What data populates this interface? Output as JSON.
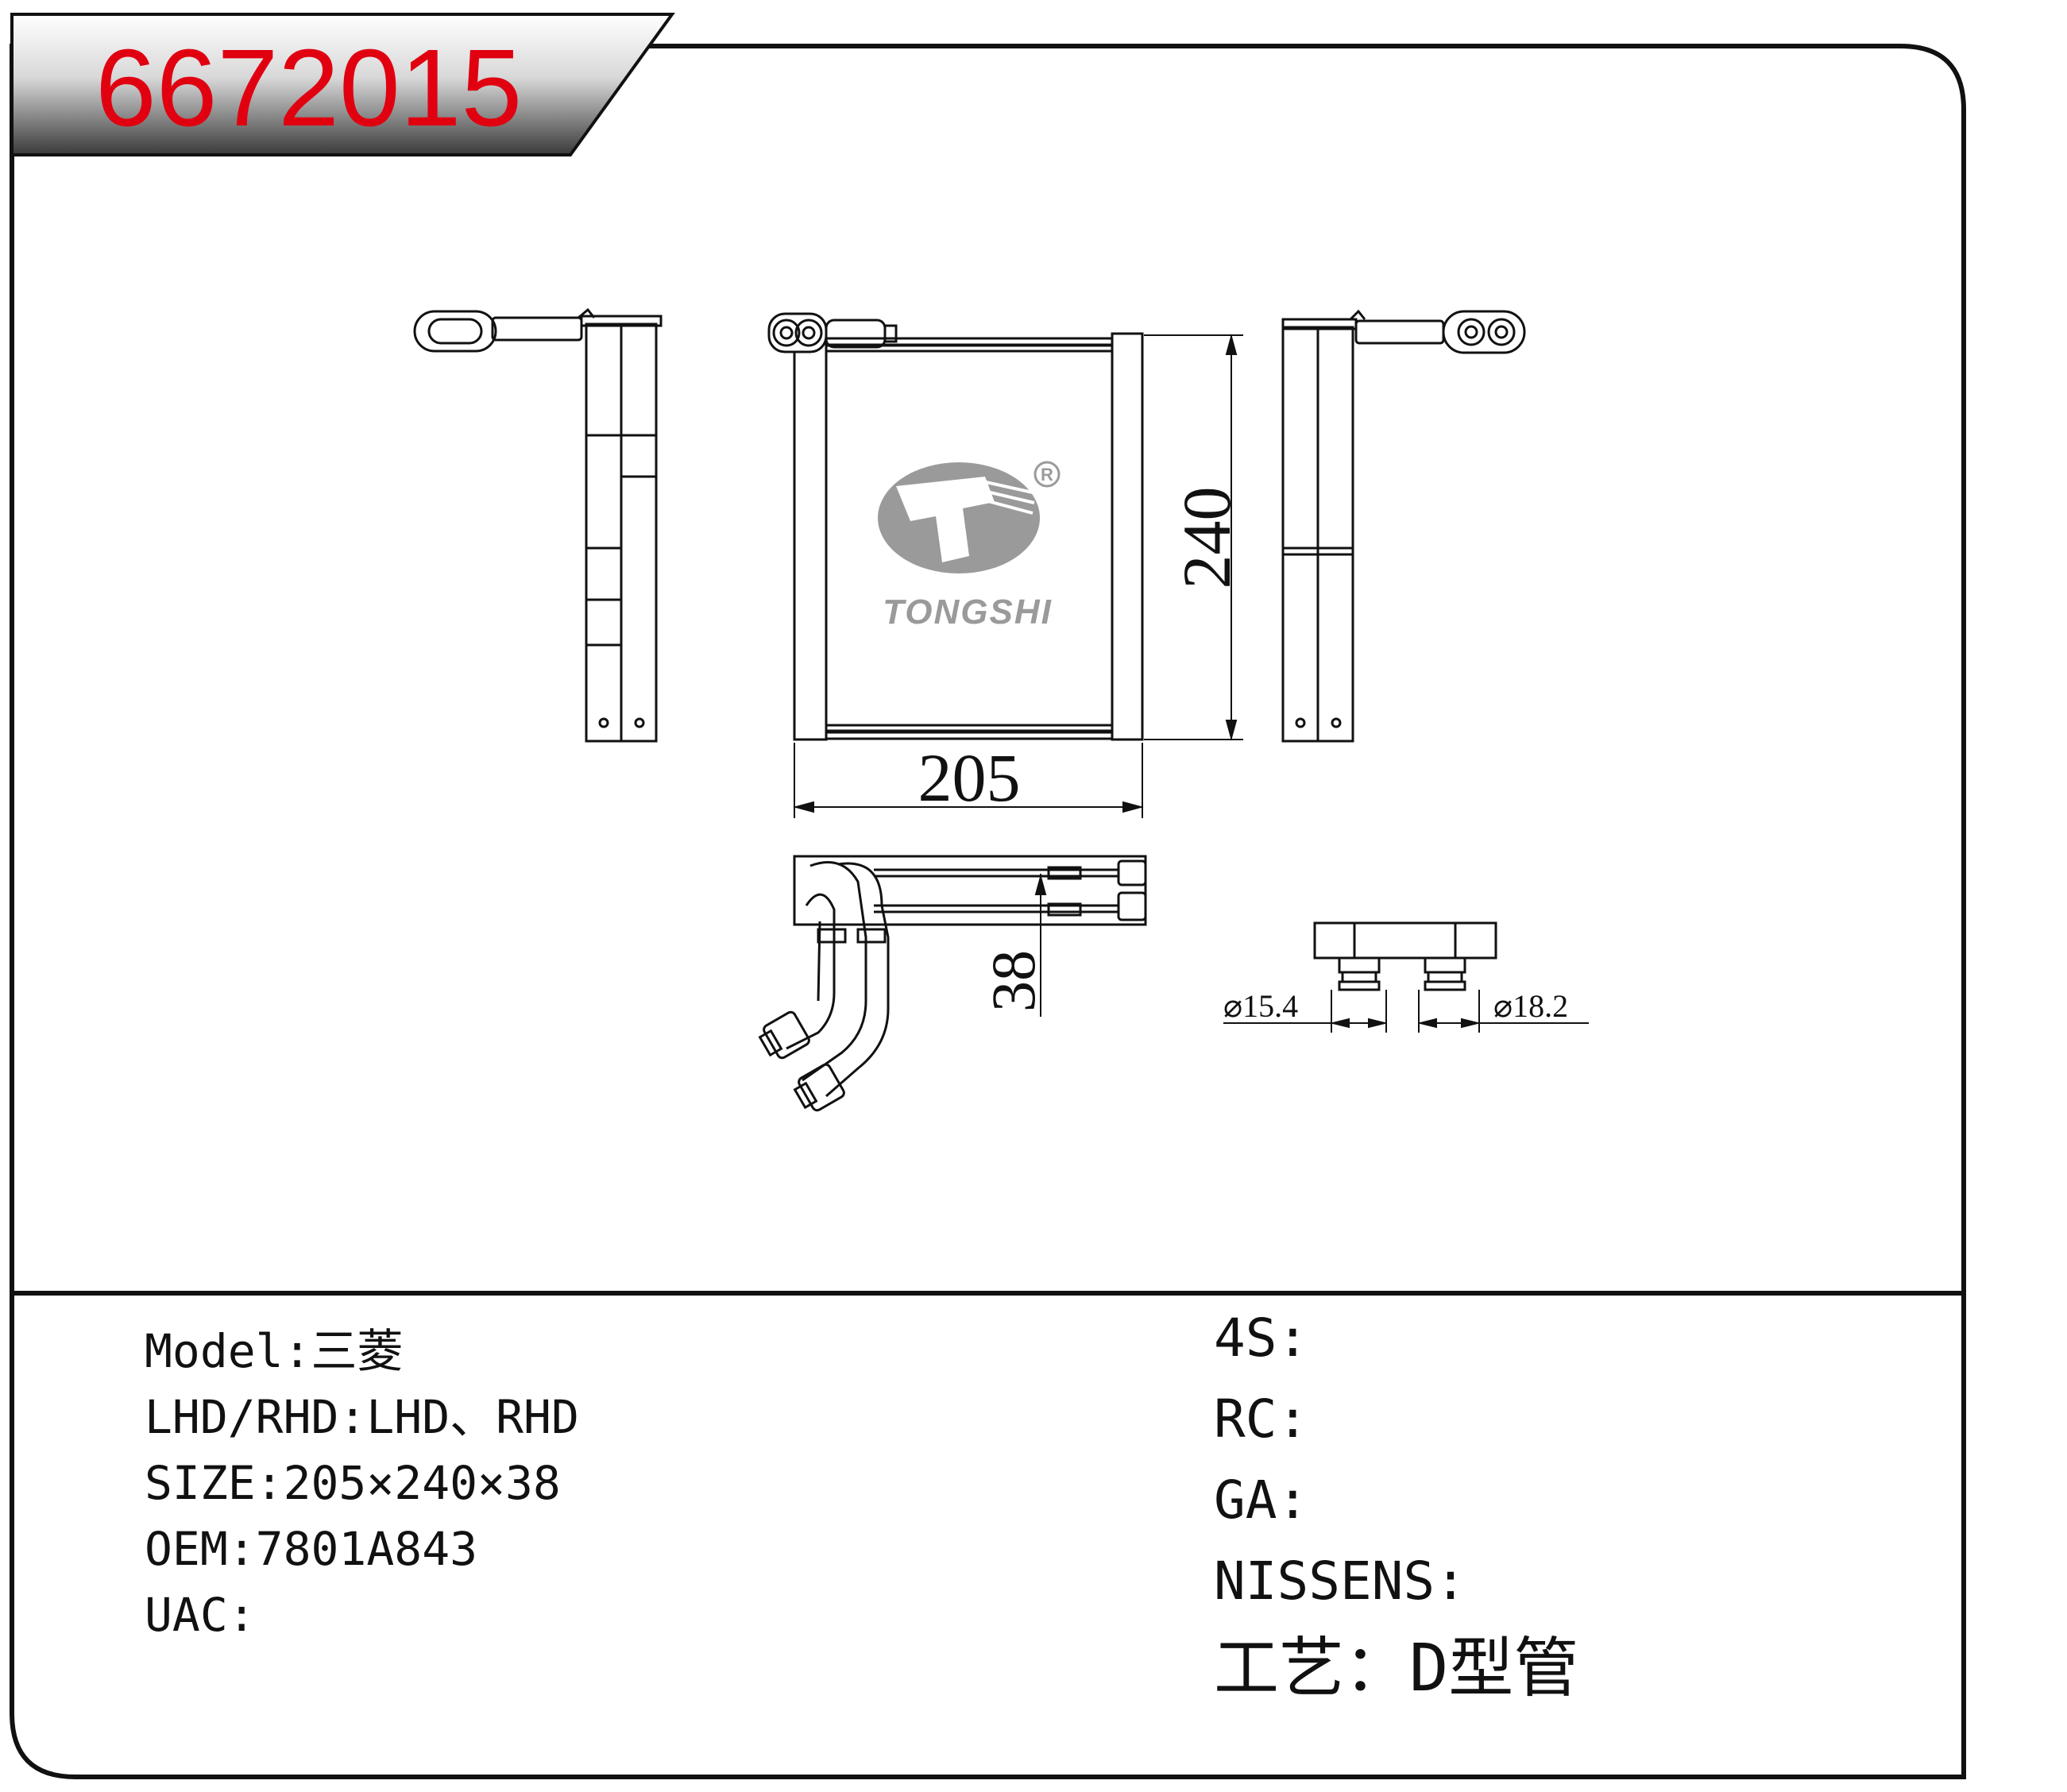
{
  "header": {
    "part_number": "6672015"
  },
  "drawing": {
    "brand": "TONGSHI",
    "registered_mark": "R",
    "dim_width": "205",
    "dim_height": "240",
    "dim_depth": "38",
    "dim_pipe_small": "⌀15.4",
    "dim_pipe_large": "⌀18.2"
  },
  "specs_left": [
    {
      "text": "Model:三菱"
    },
    {
      "text": "LHD/RHD:LHD、RHD"
    },
    {
      "text": "SIZE:205×240×38"
    },
    {
      "text": "OEM:7801A843"
    },
    {
      "text": "UAC:"
    }
  ],
  "specs_right": [
    {
      "text": "4S:"
    },
    {
      "text": "RC:"
    },
    {
      "text": "GA:"
    },
    {
      "text": "NISSENS:"
    },
    {
      "text": "工艺：D型管"
    }
  ],
  "colors": {
    "part_number": "#e00010",
    "logo_gray": "#9a9a9a",
    "line": "#111111"
  }
}
